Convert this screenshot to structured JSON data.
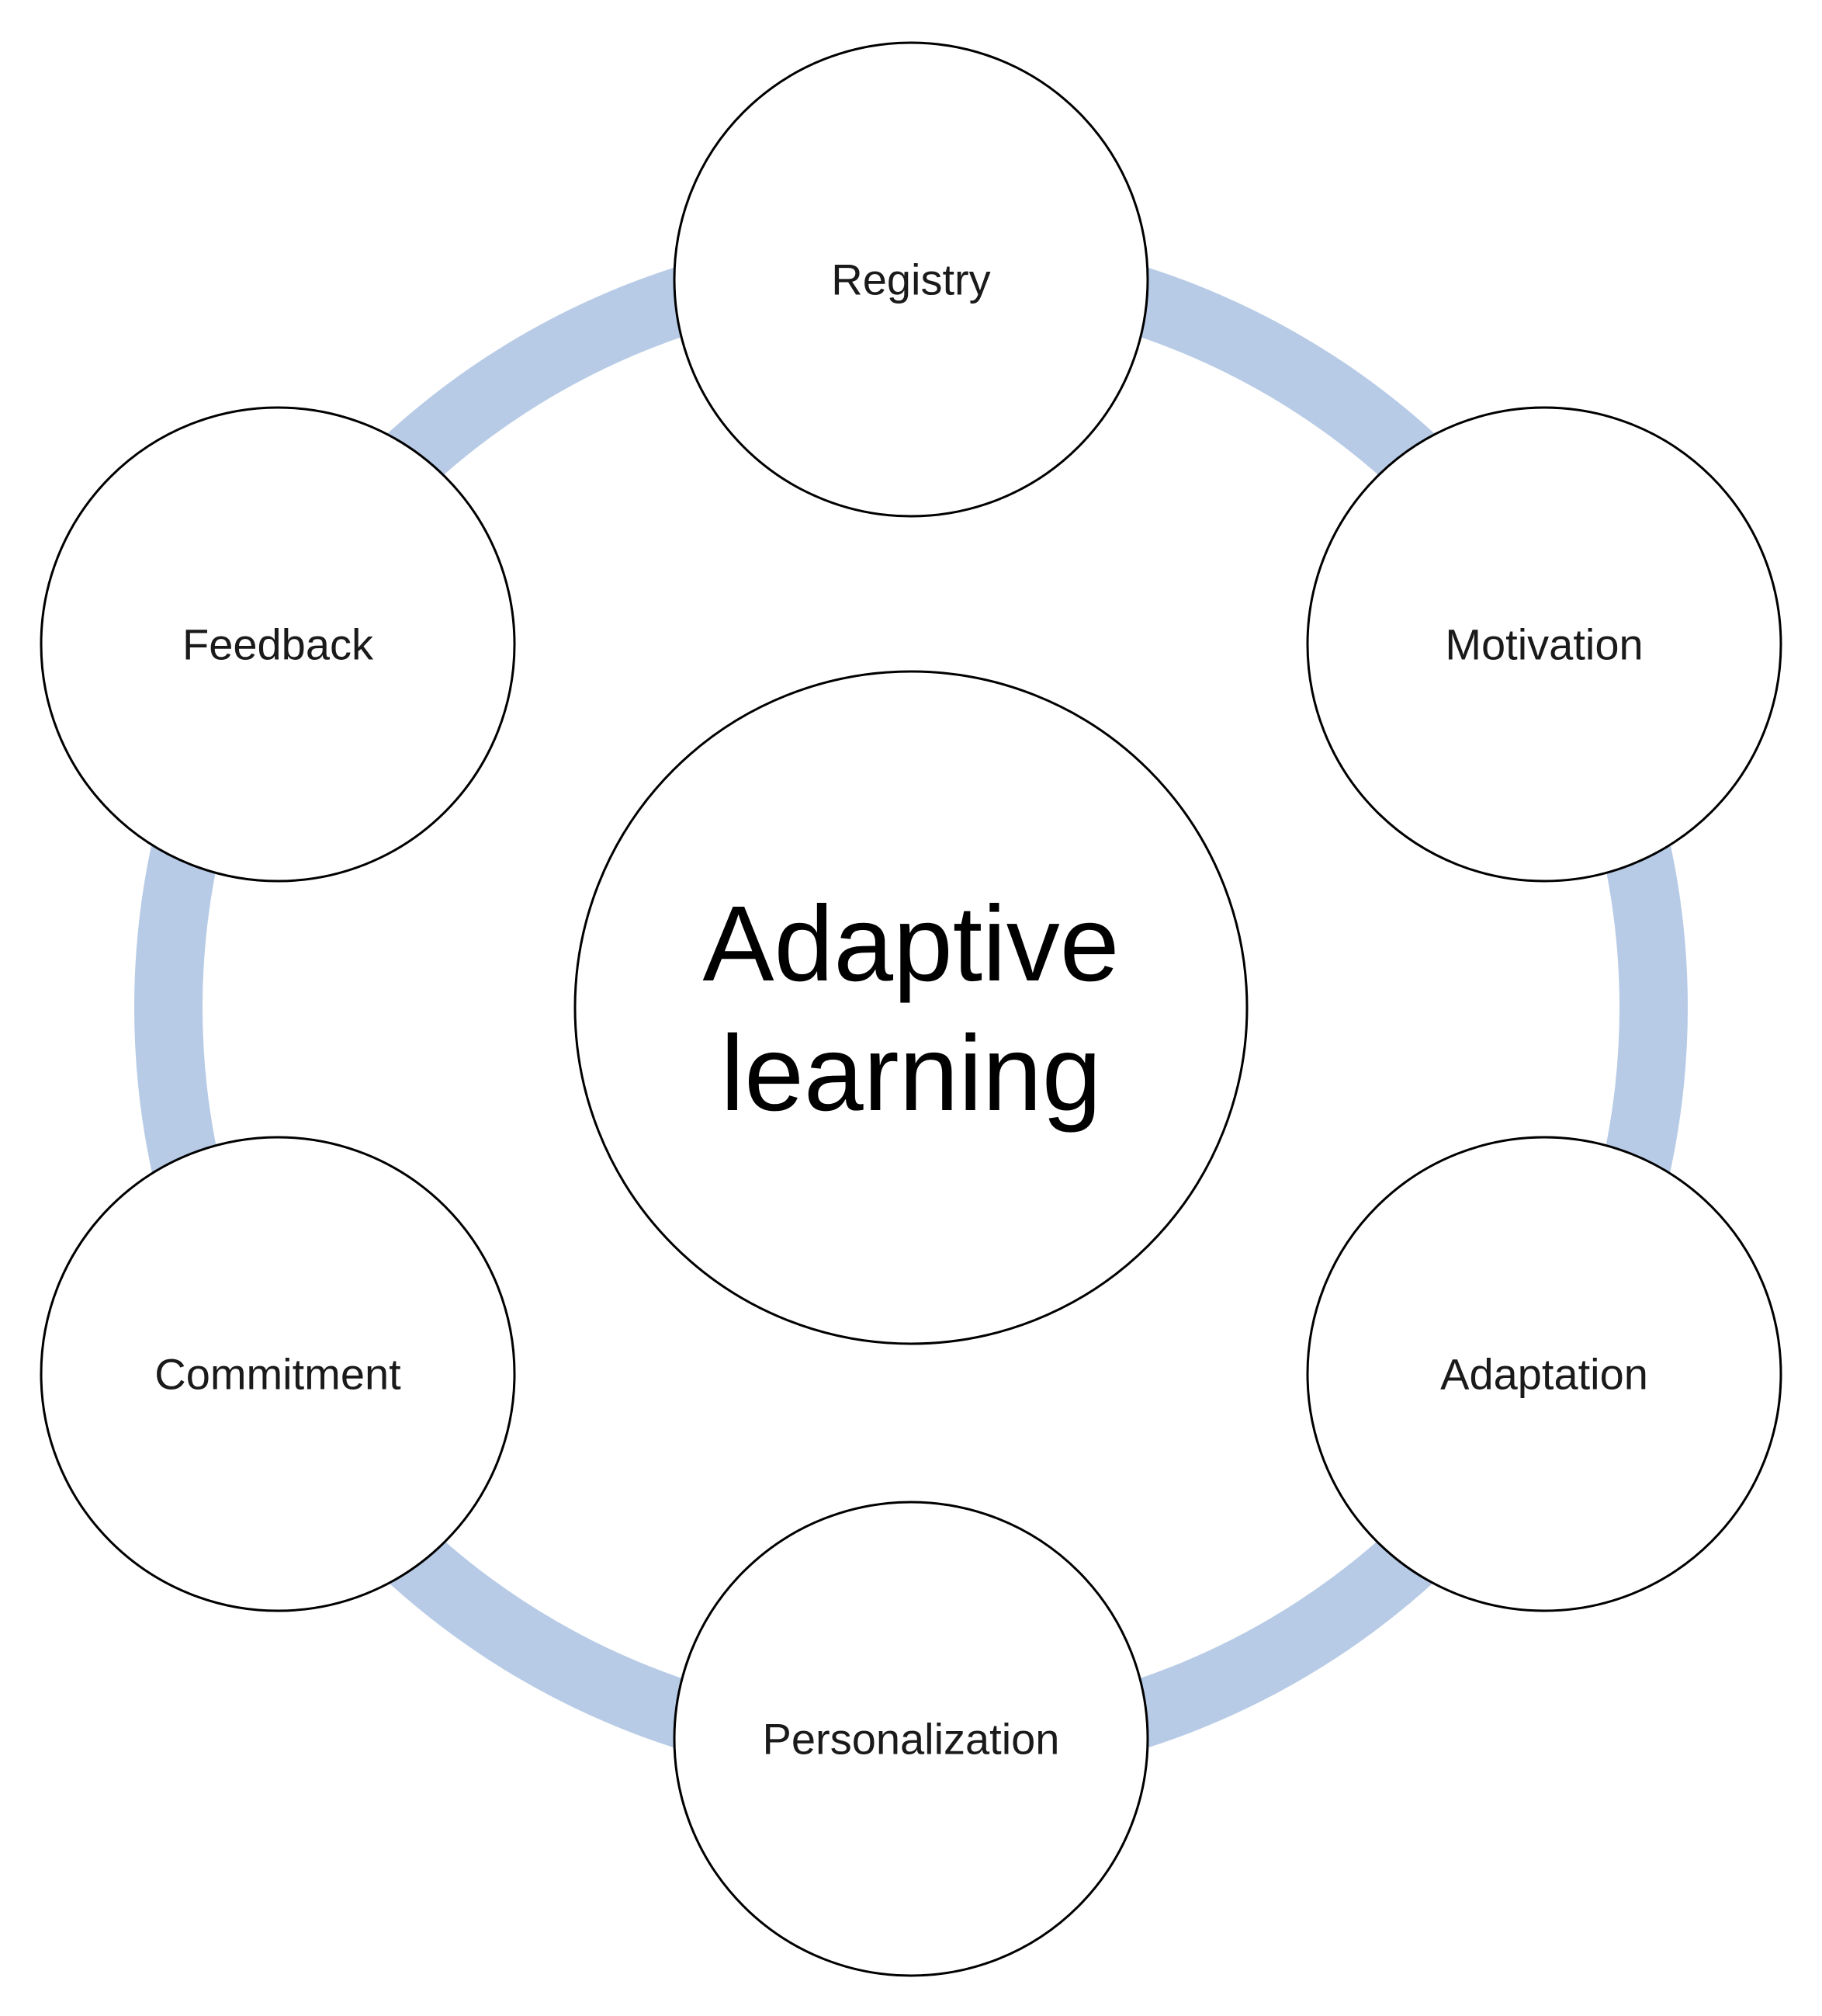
{
  "diagram": {
    "center": {
      "line1": "Adaptive",
      "line2": "learning"
    },
    "nodes": [
      {
        "id": "registry",
        "label": "Registry"
      },
      {
        "id": "motivation",
        "label": "Motivation"
      },
      {
        "id": "adaptation",
        "label": "Adaptation"
      },
      {
        "id": "personalization",
        "label": "Personalization"
      },
      {
        "id": "commitment",
        "label": "Commitment"
      },
      {
        "id": "feedback",
        "label": "Feedback"
      }
    ],
    "colors": {
      "ring": "#b7cbe6",
      "node_fill": "#ffffff",
      "node_stroke": "#000000",
      "text": "#1a1a1a"
    }
  }
}
